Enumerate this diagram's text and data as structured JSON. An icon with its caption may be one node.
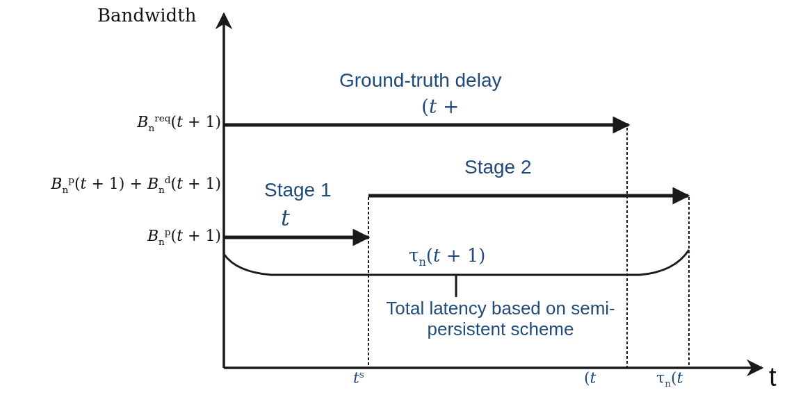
{
  "diagram": {
    "labels": [
      "Bandwidth",
      "Ground-truth delay",
      "(*t* +",
      "*B*$_{n}$$^{req}$(*t* + 1)",
      "Stage 2",
      "*B*$_{n}$$^{p}$(*t* + 1) + *B*$_{n}$$^{d}$(*t* + 1)",
      "Stage 1",
      "t",
      "*B*$_{n}$$^{p}$(*t* + 1)",
      "τ$_{n}$(*t* + 1)",
      "Total latency based on semi-persistent scheme",
      "*t*$^{s}$",
      "(*t*",
      "τ$_{n}$(*t*",
      "t"
    ]
  }
}
